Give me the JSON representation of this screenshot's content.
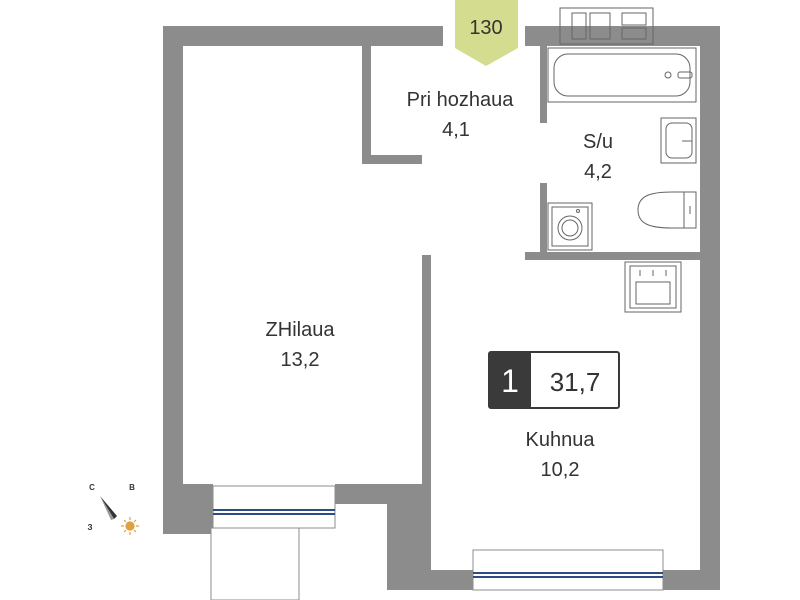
{
  "unit_badge": {
    "number": "130",
    "color": "#d4dc8f"
  },
  "summary": {
    "rooms": "1",
    "total_area": "31,7",
    "dark_color": "#3a3a3a"
  },
  "rooms": {
    "hall": {
      "name": "Pri hozhaua",
      "area": "4,1"
    },
    "bathroom": {
      "name": "S/u",
      "area": "4,2"
    },
    "living": {
      "name": "ZHilaua",
      "area": "13,2"
    },
    "kitchen": {
      "name": "Kuhnua",
      "area": "10,2"
    }
  },
  "compass": {
    "north": "С",
    "east": "В",
    "west": "З",
    "sun_color": "#e0a040"
  },
  "colors": {
    "wall": "#8c8c8c",
    "window": "#2b4d80",
    "fixture": "#666666"
  },
  "fixtures": [
    "bathtub-icon",
    "sink-icon",
    "toilet-icon",
    "washing-machine-icon",
    "stove-icon",
    "cabinet-icon",
    "compass-icon",
    "sun-icon"
  ]
}
